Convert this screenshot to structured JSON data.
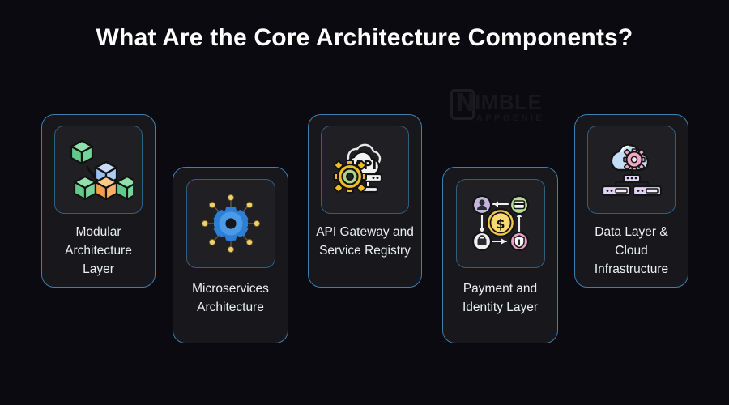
{
  "page": {
    "title": "What Are the Core Architecture Components?",
    "background_color": "#0a0a10",
    "title_color": "#ffffff"
  },
  "watermark": {
    "mark_letter": "N",
    "brand": "IMBLE",
    "tagline": "APPGENIE",
    "color": "#17171d"
  },
  "theme": {
    "card_background": "#18181c",
    "card_border": "#3d7fae",
    "icon_box_background": "#202024",
    "icon_box_border": "#2f5f83",
    "label_color": "#eceff1"
  },
  "cards": [
    {
      "id": "modular-architecture-layer",
      "label": "Modular Architecture Layer",
      "icon": "cubes-icon",
      "icon_colors": [
        "#76d89a",
        "#f5a council",
        "#a8c8f0"
      ],
      "variant": "tall"
    },
    {
      "id": "microservices-architecture",
      "label": "Microservices Architecture",
      "icon": "gear-network-icon",
      "icon_colors": [
        "#2f86e0",
        "#f2c14e"
      ],
      "variant": "short"
    },
    {
      "id": "api-gateway-and-service-registry",
      "label": "API Gateway and Service Registry",
      "icon": "api-cloud-gear-icon",
      "icon_colors": [
        "#f0f0f0",
        "#f0c419",
        "#a8cf7d"
      ],
      "variant": "tall"
    },
    {
      "id": "payment-and-identity-layer",
      "label": "Payment and Identity Layer",
      "icon": "payment-identity-coin-icon",
      "icon_colors": [
        "#f2c24b",
        "#b7a6d6",
        "#a8d98a",
        "#e79ec4"
      ],
      "variant": "short"
    },
    {
      "id": "data-layer-and-cloud-infrastructure",
      "label": "Data Layer & Cloud Infrastructure",
      "icon": "cloud-servers-icon",
      "icon_colors": [
        "#bfdcf5",
        "#e9a8c4",
        "#d7cbe8"
      ],
      "variant": "tall"
    }
  ]
}
